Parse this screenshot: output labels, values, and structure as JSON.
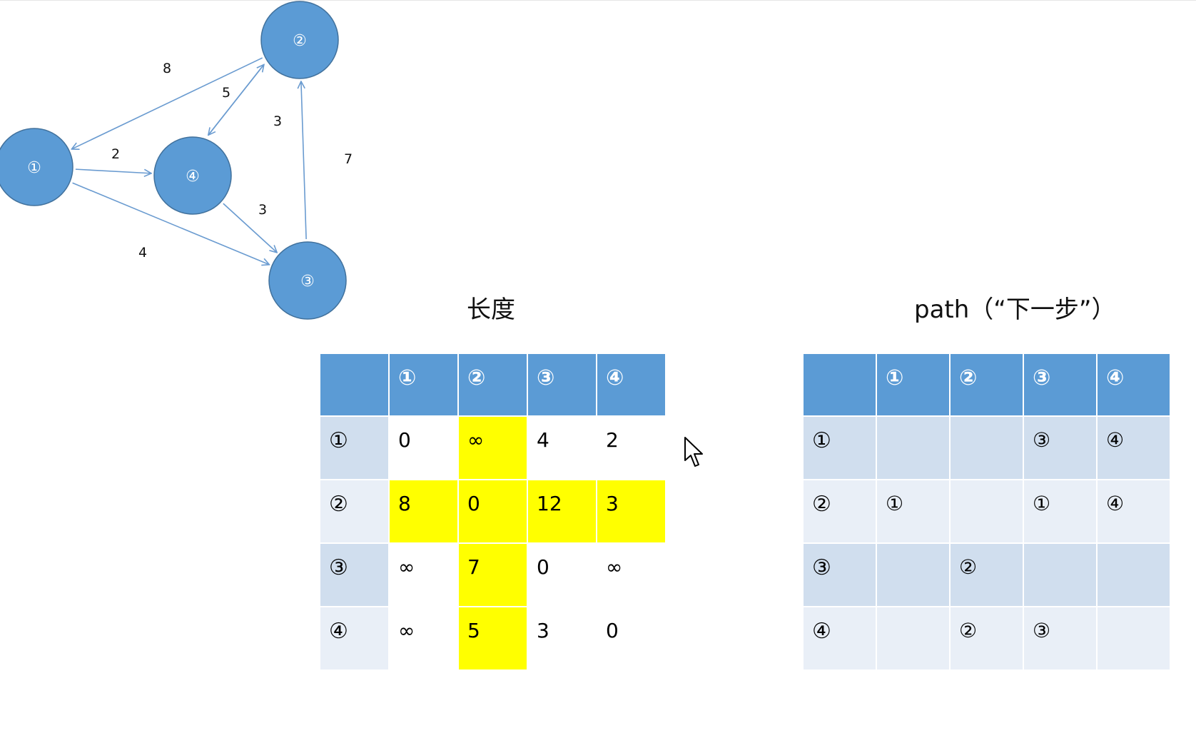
{
  "graph": {
    "nodes": [
      {
        "id": "1",
        "label": "①"
      },
      {
        "id": "2",
        "label": "②"
      },
      {
        "id": "3",
        "label": "③"
      },
      {
        "id": "4",
        "label": "④"
      }
    ],
    "edges": [
      {
        "from": "2",
        "to": "1",
        "weight": "8"
      },
      {
        "from": "1",
        "to": "4",
        "weight": "2"
      },
      {
        "from": "1",
        "to": "3",
        "weight": "4"
      },
      {
        "from": "4",
        "to": "2",
        "weight": "5"
      },
      {
        "from": "2",
        "to": "4",
        "weight": "3"
      },
      {
        "from": "4",
        "to": "3",
        "weight": "3"
      },
      {
        "from": "3",
        "to": "2",
        "weight": "7"
      }
    ],
    "colors": {
      "node_fill": "#5b9bd5",
      "node_stroke": "#41719c",
      "edge": "#6a9bd0"
    }
  },
  "length_table": {
    "title": "长度",
    "col_headers": [
      "①",
      "②",
      "③",
      "④"
    ],
    "rows": [
      {
        "label": "①",
        "cells": [
          "0",
          "∞",
          "4",
          "2"
        ]
      },
      {
        "label": "②",
        "cells": [
          "8",
          "0",
          "12",
          "3"
        ]
      },
      {
        "label": "③",
        "cells": [
          "∞",
          "7",
          "0",
          "∞"
        ]
      },
      {
        "label": "④",
        "cells": [
          "∞",
          "5",
          "3",
          "0"
        ]
      }
    ],
    "highlight_color": "#ffff00",
    "highlight_row": 2,
    "highlight_col": 2
  },
  "path_table": {
    "title": "path（“下一步”）",
    "col_headers": [
      "①",
      "②",
      "③",
      "④"
    ],
    "rows": [
      {
        "label": "①",
        "cells": [
          "",
          "",
          "③",
          "④"
        ]
      },
      {
        "label": "②",
        "cells": [
          "①",
          "",
          "①",
          "④"
        ]
      },
      {
        "label": "③",
        "cells": [
          "",
          "②",
          "",
          ""
        ]
      },
      {
        "label": "④",
        "cells": [
          "",
          "②",
          "③",
          ""
        ]
      }
    ]
  },
  "colors": {
    "header_bg": "#5b9bd5",
    "row_odd_bg": "#d0deee",
    "row_even_bg": "#e9eff7"
  }
}
